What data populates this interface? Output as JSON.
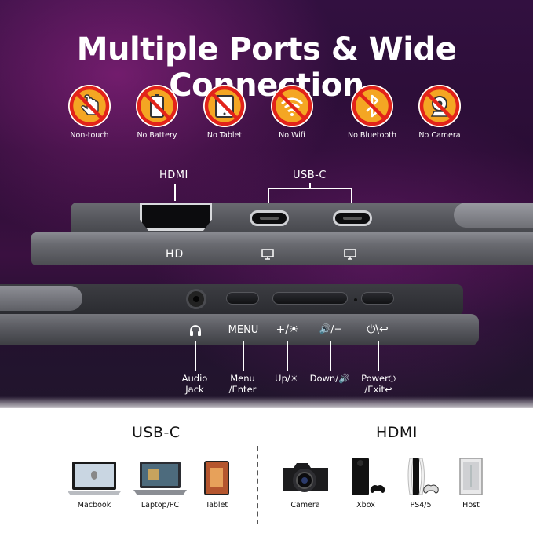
{
  "title": "Multiple Ports & Wide Connection",
  "features": [
    {
      "label": "Non-touch",
      "icon": "no-touch-icon"
    },
    {
      "label": "No Battery",
      "icon": "no-battery-icon"
    },
    {
      "label": "No Tablet",
      "icon": "no-tablet-icon"
    },
    {
      "label": "No Wifi",
      "icon": "no-wifi-icon"
    },
    {
      "label": "No Bluetooth",
      "icon": "no-bluetooth-icon"
    },
    {
      "label": "No Camera",
      "icon": "no-camera-icon"
    }
  ],
  "ports": {
    "hdmi_label": "HDMI",
    "usbc_label": "USB-C",
    "hd_print": "HD"
  },
  "controls": [
    {
      "glyph": "🎧",
      "label_line1": "Audio",
      "label_line2": "Jack"
    },
    {
      "glyph": "MENU",
      "label_line1": "Menu",
      "label_line2": "/Enter"
    },
    {
      "glyph": "+/☀",
      "label_line1": "Up/☀",
      "label_line2": ""
    },
    {
      "glyph": "🔊/−",
      "label_line1": "Down/🔊",
      "label_line2": ""
    },
    {
      "glyph": "⏻\\↩",
      "label_line1": "Power⏻",
      "label_line2": "/Exit↩"
    }
  ],
  "usbc_section": {
    "title": "USB-C",
    "devices": [
      {
        "label": "Macbook",
        "icon": "macbook-icon"
      },
      {
        "label": "Laptop/PC",
        "icon": "laptop-icon"
      },
      {
        "label": "Tablet",
        "icon": "tablet-icon"
      }
    ]
  },
  "hdmi_section": {
    "title": "HDMI",
    "devices": [
      {
        "label": "Camera",
        "icon": "camera-icon"
      },
      {
        "label": "Xbox",
        "icon": "xbox-icon"
      },
      {
        "label": "PS4/5",
        "icon": "ps5-icon"
      },
      {
        "label": "Host",
        "icon": "pc-tower-icon"
      }
    ]
  },
  "colors": {
    "badge": "#f4a623",
    "slash": "#e2231a",
    "device_gray": "#5c5d63"
  }
}
